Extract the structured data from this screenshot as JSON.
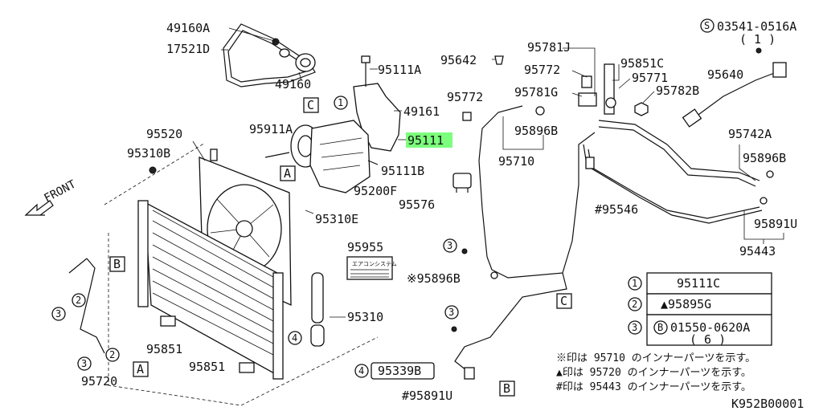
{
  "labels": {
    "p49160A": "49160A",
    "p17521D": "17521D",
    "p49160": "49160",
    "p95111A": "95111A",
    "p95642": "95642",
    "p95781J": "95781J",
    "p95772a": "95772",
    "p95851C": "95851C",
    "p95771": "95771",
    "p95640": "95640",
    "p03541": "03541-0516A",
    "p03541q": "( 1 )",
    "p95782B": "95782B",
    "p95781G": "95781G",
    "p95772b": "95772",
    "p49161": "49161",
    "p95911A": "95911A",
    "p95111": "95111",
    "p95896Ba": "95896B",
    "p95710": "95710",
    "p95742A": "95742A",
    "p95896Bb": "95896B",
    "p95520": "95520",
    "p95310B": "95310B",
    "p95111B": "95111B",
    "p95200F": "95200F",
    "p95576": "95576",
    "p95546": "#95546",
    "p95891U": "95891U",
    "p95443": "95443",
    "p95310E": "95310E",
    "p95955": "95955",
    "p95896Bc": "※95896B",
    "p95310": "95310",
    "p95851a": "95851",
    "p95851b": "95851",
    "p95720": "95720",
    "p95339B": "95339B",
    "p95891Ub": "#95891U",
    "front": "FRONT",
    "diagram_id": "K952B00001",
    "sticker": "エアコンシステム"
  },
  "callouts": {
    "A": "A",
    "B": "B",
    "C": "C",
    "n1": "1",
    "n2": "2",
    "n3": "3",
    "n4": "4",
    "S": "S"
  },
  "legend": [
    {
      "num": "1",
      "text": "95111C"
    },
    {
      "num": "2",
      "text": "▲95895G"
    },
    {
      "num": "3",
      "sub": "B",
      "text": "01550-0620A",
      "qty": "( 6 )"
    }
  ],
  "notes": [
    "※印は 95710 のインナーパーツを示す。",
    "▲印は 95720 のインナーパーツを示す。",
    "#印は 95443 のインナーパーツを示す。"
  ],
  "highlight_color": "#7CFF7C"
}
